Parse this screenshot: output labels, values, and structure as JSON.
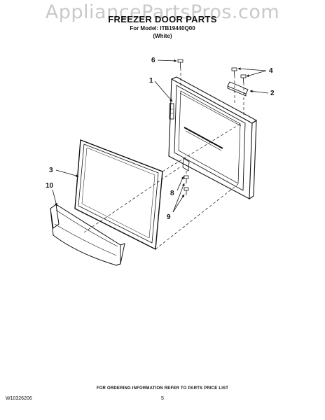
{
  "watermark": "AppliancePartsPros.com",
  "header": {
    "title": "FREEZER DOOR PARTS",
    "model_line": "For Model: ITB19440Q00",
    "variant": "(White)"
  },
  "callouts": [
    "1",
    "2",
    "3",
    "4",
    "6",
    "8",
    "9",
    "10"
  ],
  "footer": {
    "ordering_note": "FOR ORDERING INFORMATION REFER TO PARTS PRICE LIST",
    "document_number": "W10326206",
    "page_number": "5"
  }
}
